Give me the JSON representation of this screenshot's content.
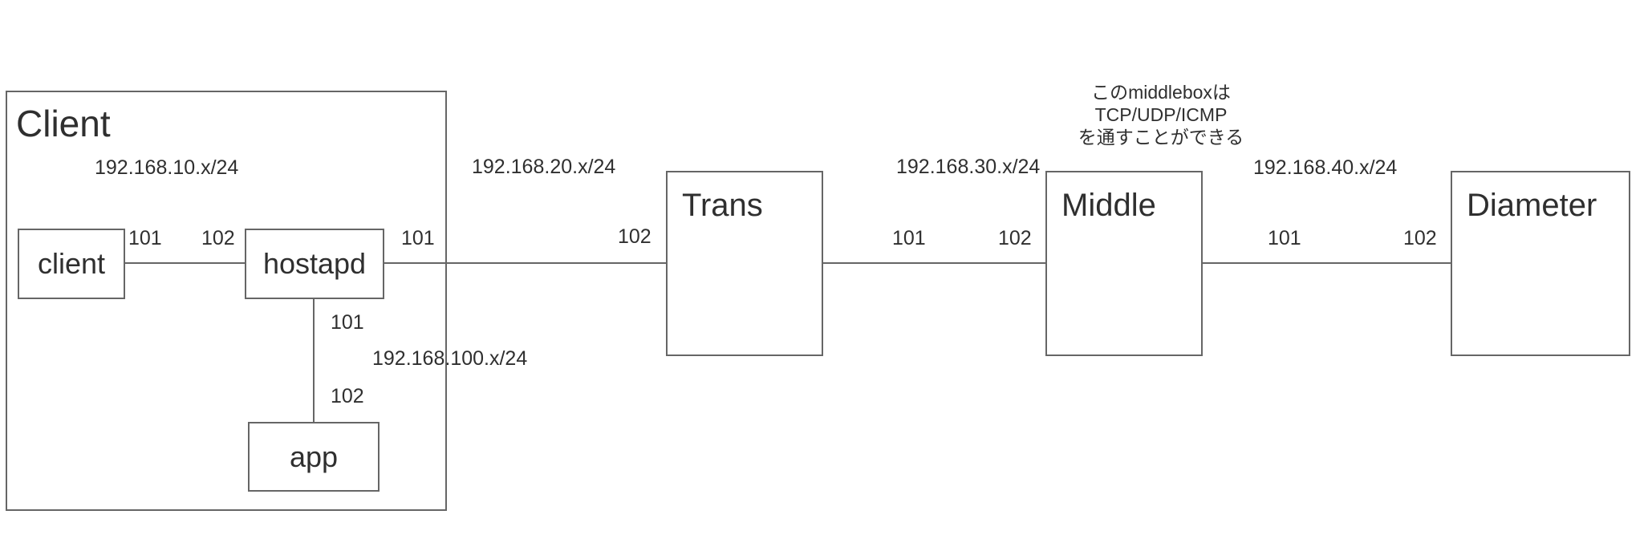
{
  "colors": {
    "background": "#ffffff",
    "stroke": "#666666",
    "text": "#2f2f2f"
  },
  "group": {
    "title": "Client"
  },
  "nodes": [
    {
      "id": "client",
      "label": "client"
    },
    {
      "id": "hostapd",
      "label": "hostapd"
    },
    {
      "id": "app",
      "label": "app"
    },
    {
      "id": "trans",
      "label": "Trans"
    },
    {
      "id": "middle",
      "label": "Middle"
    },
    {
      "id": "diameter",
      "label": "Diameter"
    }
  ],
  "links": [
    {
      "from": "client",
      "to": "hostapd",
      "from_port": "101",
      "to_port": "102",
      "subnet": "192.168.10.x/24"
    },
    {
      "from": "hostapd",
      "to": "Trans",
      "from_port": "101",
      "to_port": "102",
      "subnet": "192.168.20.x/24"
    },
    {
      "from": "Trans",
      "to": "Middle",
      "from_port": "101",
      "to_port": "102",
      "subnet": "192.168.30.x/24"
    },
    {
      "from": "Middle",
      "to": "Diameter",
      "from_port": "101",
      "to_port": "102",
      "subnet": "192.168.40.x/24"
    },
    {
      "from": "hostapd",
      "to": "app",
      "from_port": "101",
      "to_port": "102",
      "subnet": "192.168.100.x/24"
    }
  ],
  "annotation": {
    "lines": [
      "このmiddleboxは",
      "TCP/UDP/ICMP",
      "を通すことができる"
    ]
  }
}
